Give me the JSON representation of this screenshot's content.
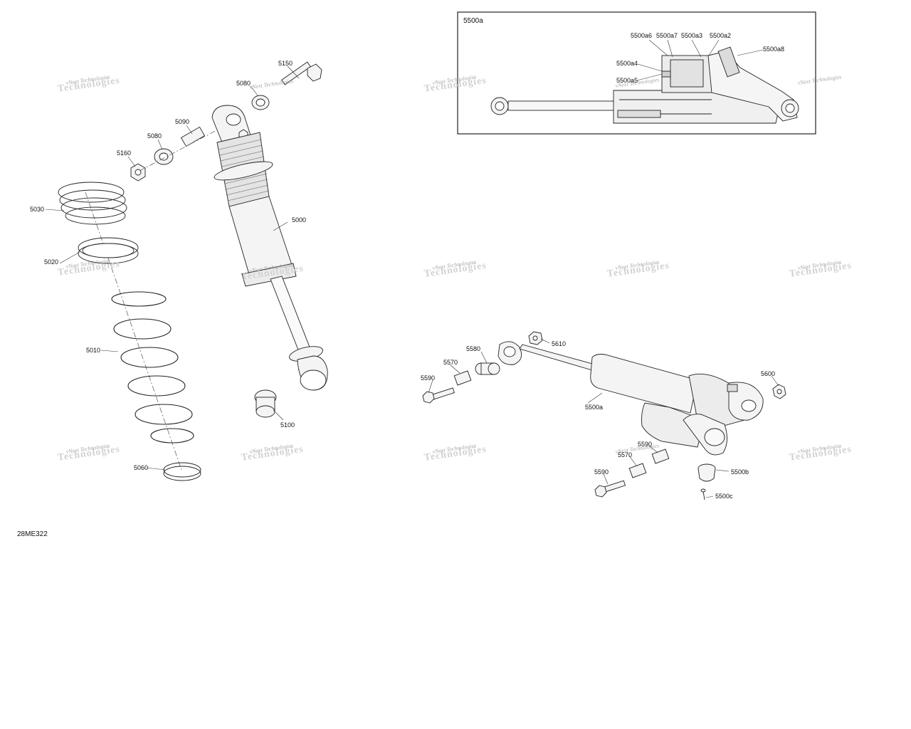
{
  "diagram": {
    "code": "28ME322",
    "inset_title": "5500a",
    "watermark": "vNext Technologies",
    "colors": {
      "line": "#222222",
      "part_fill": "#f4f4f4",
      "leader": "#333333",
      "watermark": "#9a9a9a"
    },
    "callouts": {
      "c5150": "5150",
      "c5080a": "5080",
      "c5090": "5090",
      "c5080b": "5080",
      "c5160": "5160",
      "c5030": "5030",
      "c5000": "5000",
      "c5020": "5020",
      "c5010": "5010",
      "c5100": "5100",
      "c5060": "5060",
      "c5500a6": "5500a6",
      "c5500a7": "5500a7",
      "c5500a3": "5500a3",
      "c5500a2": "5500a2",
      "c5500a8": "5500a8",
      "c5500a4": "5500a4",
      "c5500a5": "5500a5",
      "c5610": "5610",
      "c5580": "5580",
      "c5570a": "5570",
      "c5590a": "5590",
      "c5600": "5600",
      "c5500a": "5500a",
      "c5590b": "5590",
      "c5570b": "5570",
      "c5590c": "5590",
      "c5500b": "5500b",
      "c5500c": "5500c"
    }
  }
}
